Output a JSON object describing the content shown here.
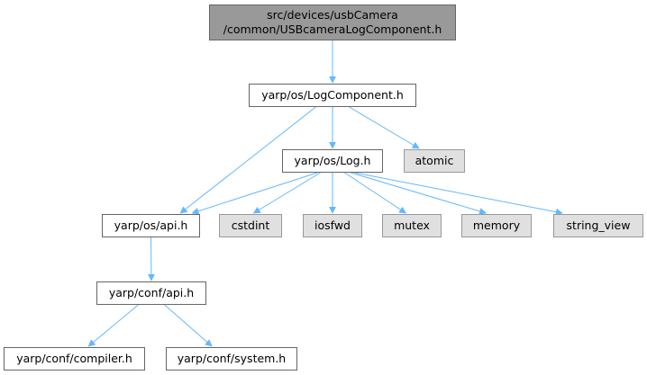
{
  "colors": {
    "edge": "#63b8ff",
    "root_fill": "#999999",
    "system_fill": "#e0e0e0",
    "local_fill": "#ffffff",
    "border": "#666666"
  },
  "nodes": {
    "root": {
      "line1": "src/devices/usbCamera",
      "line2": "/common/USBcameraLogComponent.h"
    },
    "logcomponent": "yarp/os/LogComponent.h",
    "log": "yarp/os/Log.h",
    "atomic": "atomic",
    "os_api": "yarp/os/api.h",
    "cstdint": "cstdint",
    "iosfwd": "iosfwd",
    "mutex": "mutex",
    "memory": "memory",
    "string_view": "string_view",
    "conf_api": "yarp/conf/api.h",
    "compiler": "yarp/conf/compiler.h",
    "system": "yarp/conf/system.h"
  },
  "edges": [
    [
      "root",
      "logcomponent"
    ],
    [
      "logcomponent",
      "os_api"
    ],
    [
      "logcomponent",
      "log"
    ],
    [
      "logcomponent",
      "atomic"
    ],
    [
      "log",
      "os_api"
    ],
    [
      "log",
      "cstdint"
    ],
    [
      "log",
      "iosfwd"
    ],
    [
      "log",
      "mutex"
    ],
    [
      "log",
      "memory"
    ],
    [
      "log",
      "string_view"
    ],
    [
      "os_api",
      "conf_api"
    ],
    [
      "conf_api",
      "compiler"
    ],
    [
      "conf_api",
      "system"
    ]
  ]
}
